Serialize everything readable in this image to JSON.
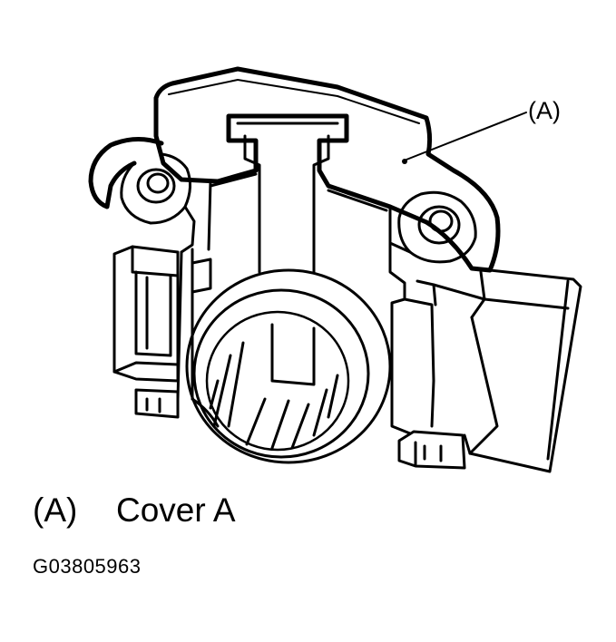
{
  "callout": {
    "label": "(A)"
  },
  "legend": {
    "key": "(A)",
    "description": "Cover A"
  },
  "figure_id": "G03805963",
  "colors": {
    "line": "#000000",
    "background": "#ffffff"
  }
}
